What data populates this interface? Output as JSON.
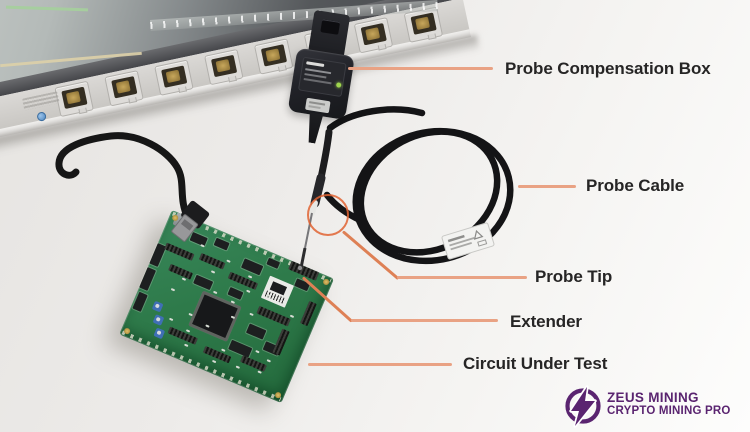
{
  "callouts": [
    {
      "id": "probe-compensation-box",
      "text": "Probe Compensation Box"
    },
    {
      "id": "probe-cable",
      "text": "Probe Cable"
    },
    {
      "id": "probe-tip",
      "text": "Probe Tip"
    },
    {
      "id": "extender",
      "text": "Extender"
    },
    {
      "id": "circuit-under-test",
      "text": "Circuit Under Test"
    }
  ],
  "watermark": {
    "line1": "ZEUS MINING",
    "line2": "CRYPTO MINING PRO",
    "icon": "lightning-bolt-icon",
    "color": "#5a2470"
  },
  "colors": {
    "callout_line": "#e9a284",
    "callout_diagonal_line": "#de8055",
    "highlight_circle": "#e06333",
    "label_text": "#262525",
    "pcb_green": "#2e7a4a",
    "probe_black": "#1b1c1e",
    "scope_bezel": "#d3d1ce"
  }
}
